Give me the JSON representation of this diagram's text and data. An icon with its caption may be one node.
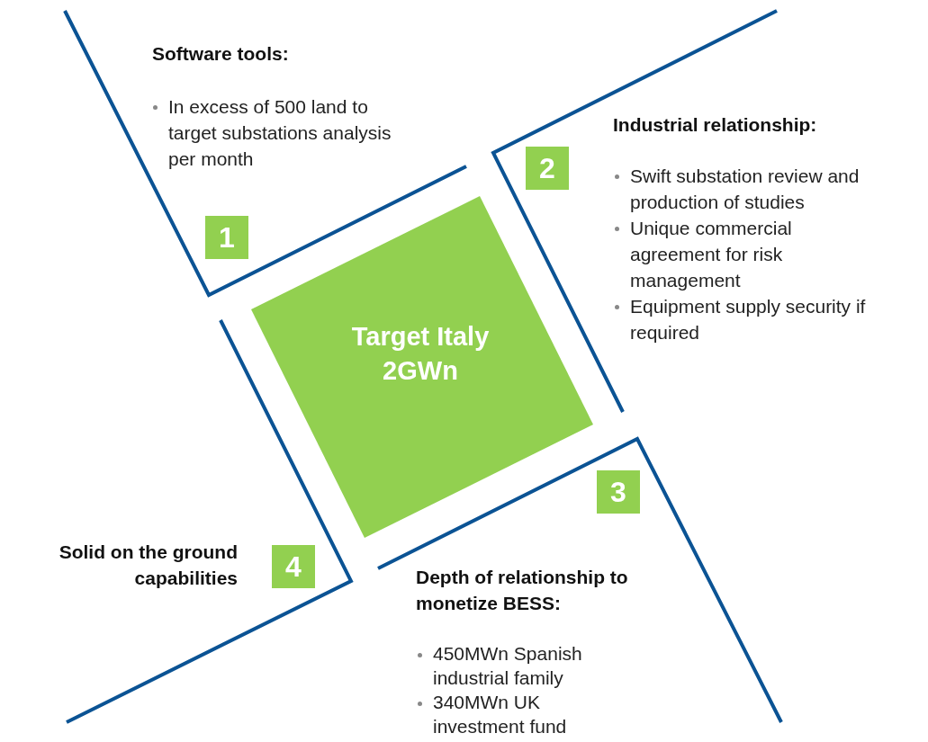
{
  "diagram": {
    "nodes": [
      {
        "text": [
          "Target Italy 2GWn"
        ]
      },
      {
        "text": [
          "1"
        ]
      },
      {
        "text": [
          "2"
        ]
      },
      {
        "text": [
          "3"
        ]
      },
      {
        "text": [
          "4"
        ]
      }
    ],
    "edges": [],
    "labels": [
      "Software tools:",
      "In excess of 500 land to target substations analysis per month",
      "Industrial relationship:",
      "Swift substation review and production of studies",
      "Unique commercial agreement for risk management",
      "Equipment supply security if required",
      "Solid on the ground capabilities",
      "Depth of relationship to monetize BESS:",
      "450MWn Spanish industrial family",
      "340MWn UK investment fund"
    ]
  }
}
